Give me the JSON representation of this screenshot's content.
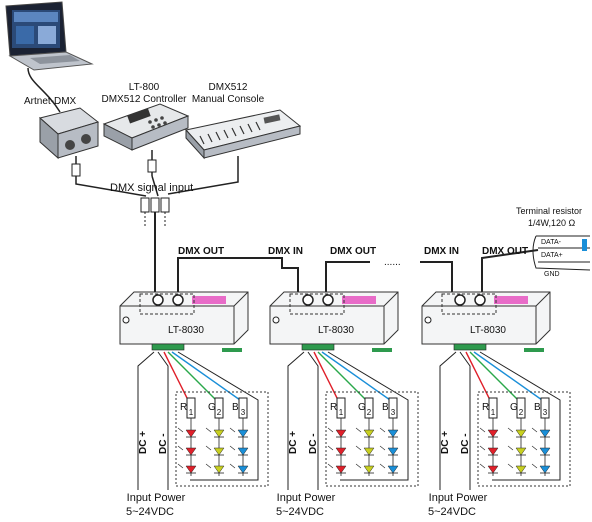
{
  "top_labels": {
    "artnet": "Artnet-DMX",
    "lt800_line1": "LT-800",
    "lt800_line2": "DMX512 Controller",
    "console_line1": "DMX512",
    "console_line2": "Manual Console"
  },
  "signal_input": "DMX signal input",
  "terminal": {
    "line1": "Terminal resistor",
    "line2": "1/4W,120 Ω",
    "data_minus": "DATA-",
    "data_plus": "DATA+",
    "gnd": "GND"
  },
  "links": {
    "dmx_out_1": "DMX OUT",
    "dmx_in_2": "DMX IN",
    "dmx_out_2": "DMX OUT",
    "ellipsis": "......",
    "dmx_in_3": "DMX IN",
    "dmx_out_3": "DMX OUT"
  },
  "decoders": [
    {
      "model": "LT-8030",
      "dc_plus": "DC +",
      "dc_minus": "DC -",
      "r": "R",
      "g": "G",
      "b": "B",
      "r_num": "1",
      "g_num": "2",
      "b_num": "3",
      "power1": "Input Power",
      "power2": "5~24VDC"
    },
    {
      "model": "LT-8030",
      "dc_plus": "DC +",
      "dc_minus": "DC -",
      "r": "R",
      "g": "G",
      "b": "B",
      "r_num": "1",
      "g_num": "2",
      "b_num": "3",
      "power1": "Input Power",
      "power2": "5~24VDC"
    },
    {
      "model": "LT-8030",
      "dc_plus": "DC +",
      "dc_minus": "DC -",
      "r": "R",
      "g": "G",
      "b": "B",
      "r_num": "1",
      "g_num": "2",
      "b_num": "3",
      "power1": "Input Power",
      "power2": "5~24VDC"
    }
  ],
  "colors": {
    "red": "#e0202a",
    "green": "#2aa84a",
    "blue": "#1a8fd8",
    "yellow": "#c8d020",
    "signal_text": "#e0202a"
  }
}
